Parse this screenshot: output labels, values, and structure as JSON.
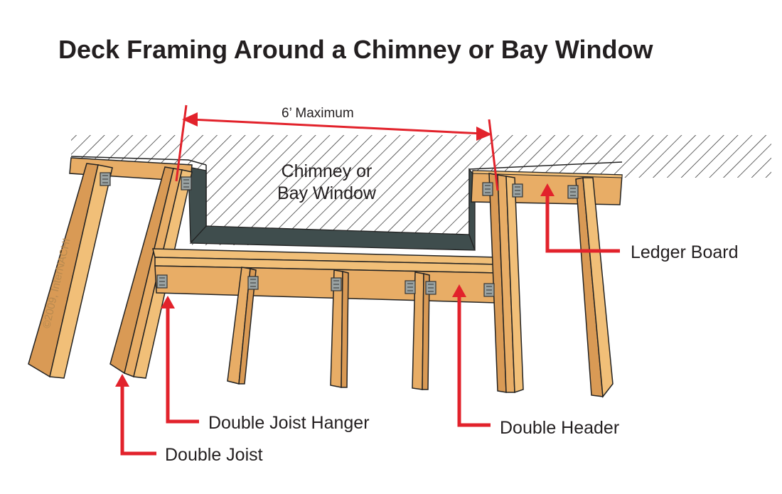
{
  "title": "Deck Framing Around a Chimney or Bay Window",
  "chimney_label": [
    "Chimney or",
    "Bay Window"
  ],
  "dimension_label": "6’ Maximum",
  "callouts": {
    "ledger_board": "Ledger Board",
    "double_header": "Double Header",
    "double_joist_hanger": "Double Joist Hanger",
    "double_joist": "Double Joist"
  },
  "copyright": "©2009, InterNACHI",
  "colors": {
    "wood_top": "#f1bf78",
    "wood_side": "#d99a55",
    "wood_dark": "#c47f3a",
    "wall_face": "#3f4d4d",
    "leader": "#e2222b",
    "text": "#231f20"
  }
}
